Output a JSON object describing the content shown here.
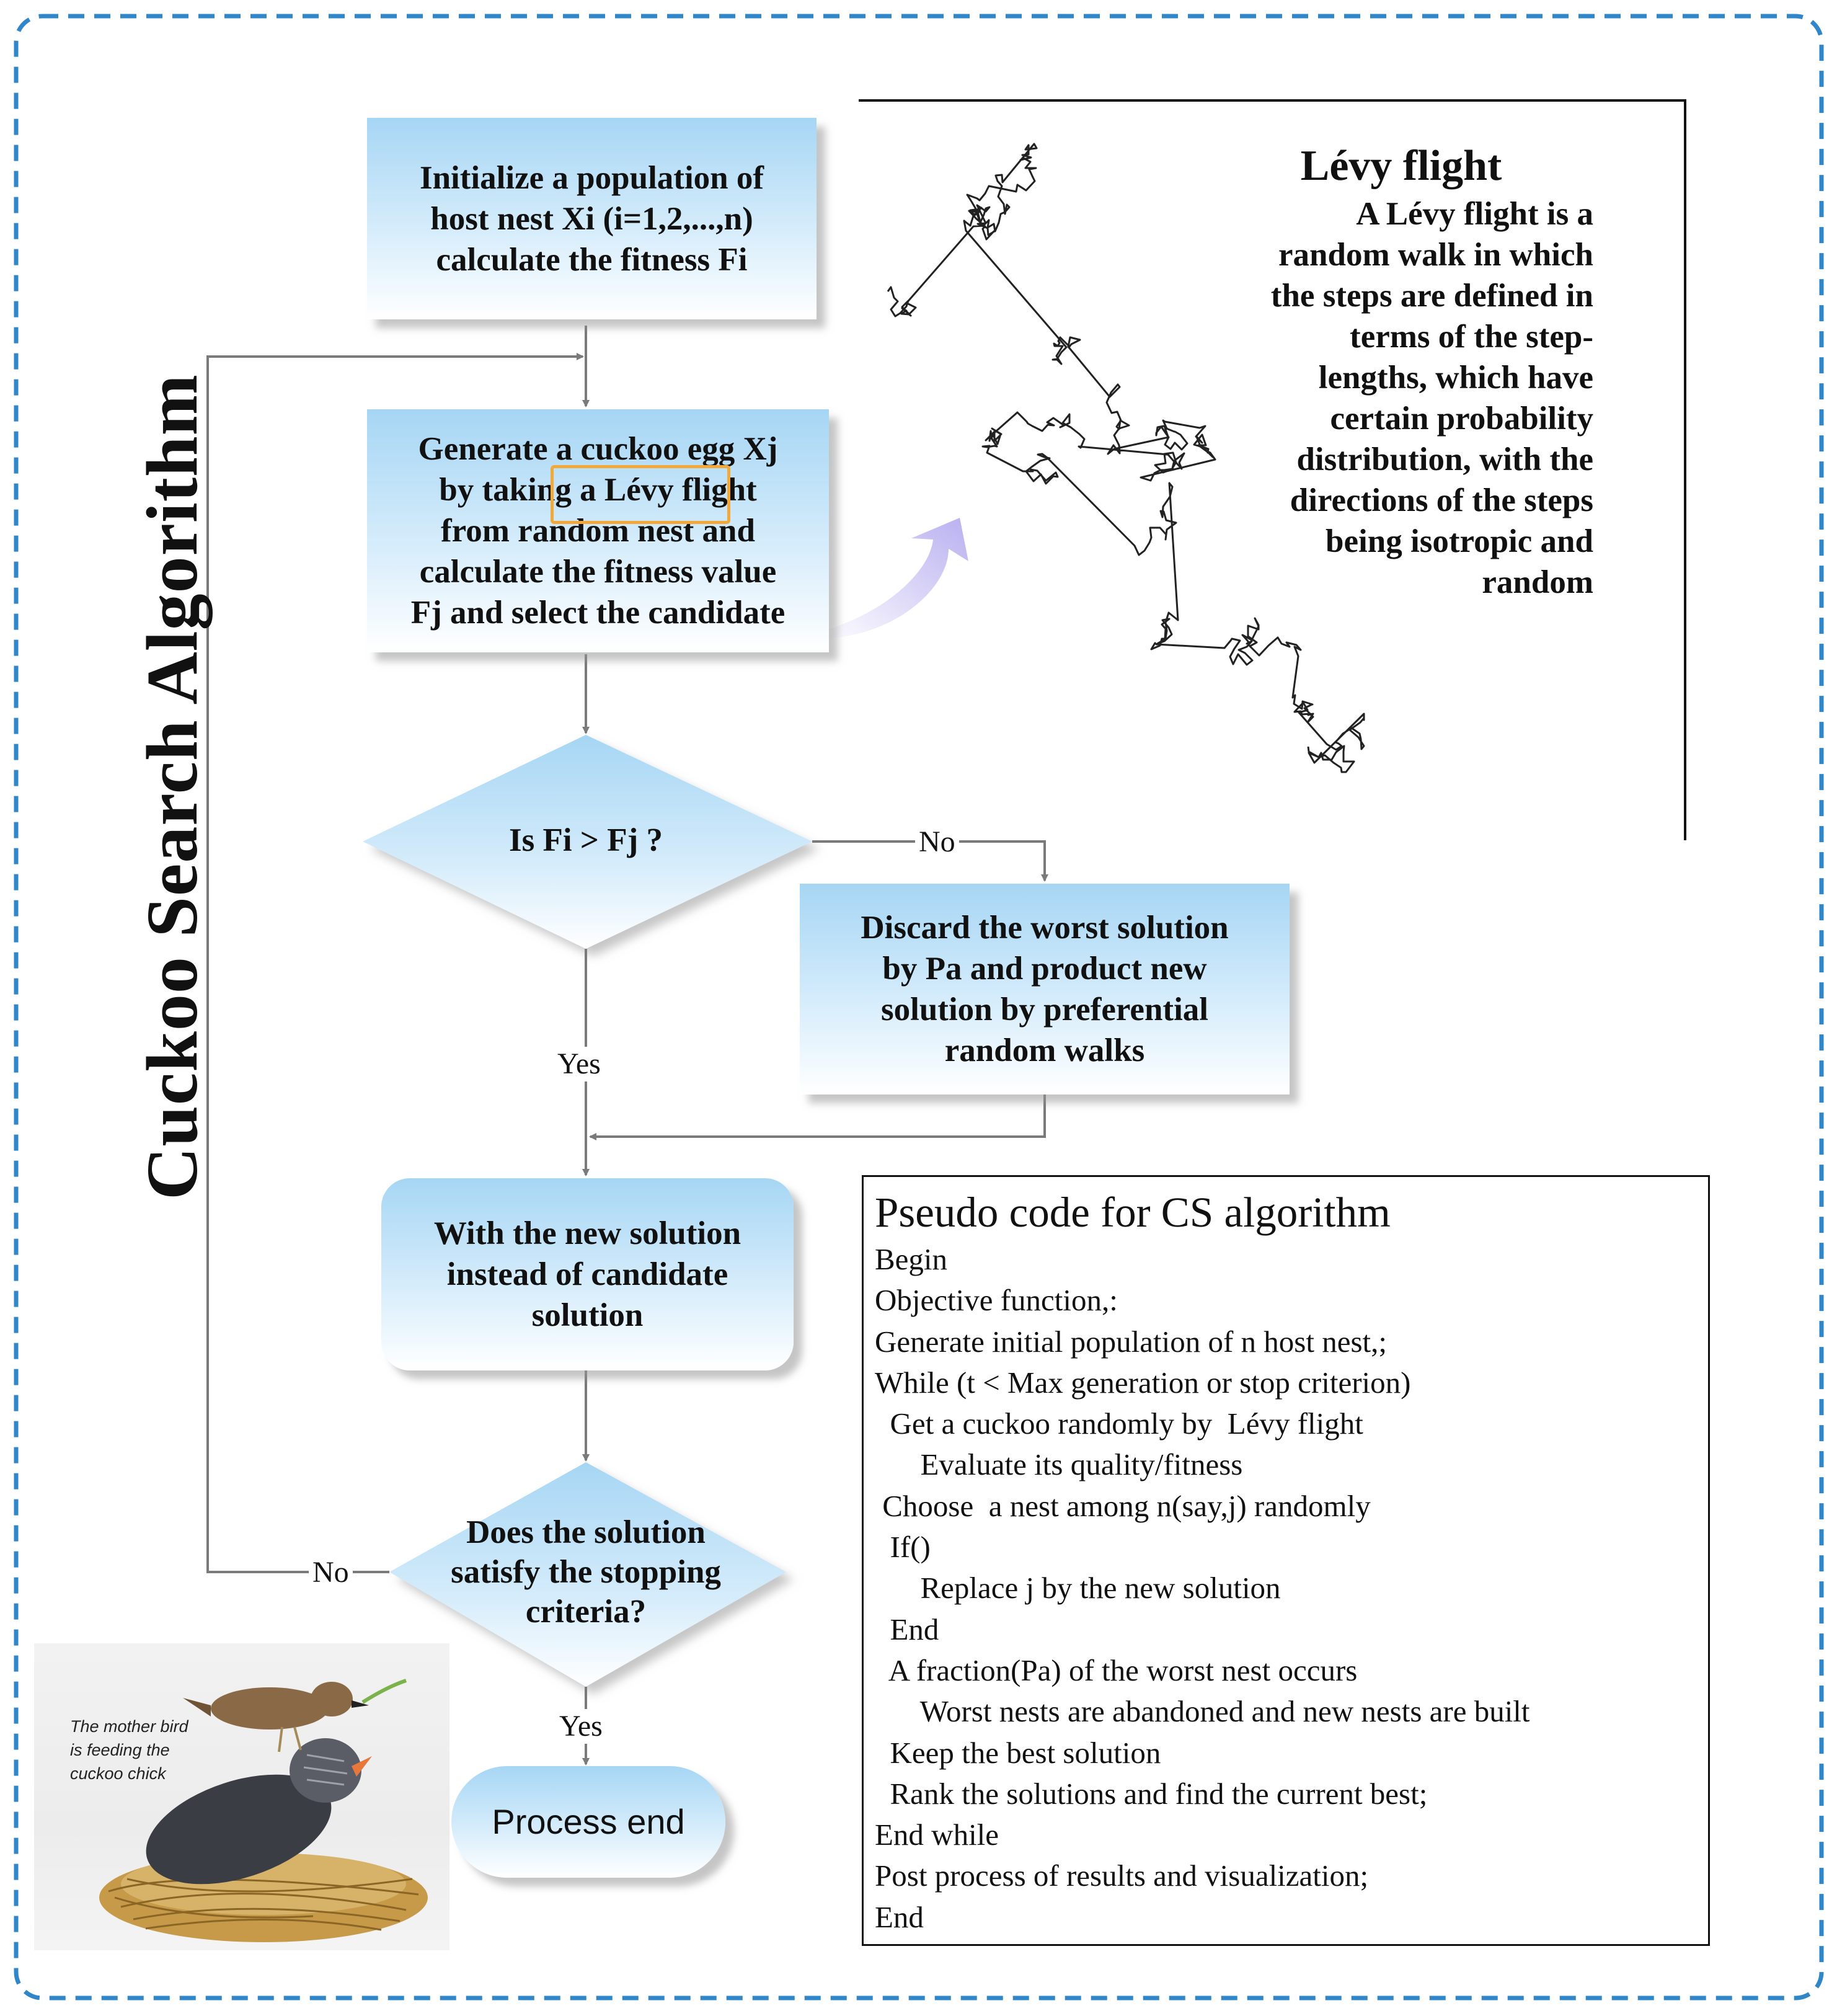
{
  "title": "Cuckoo Search Algorithm",
  "flowchart": {
    "init_box": [
      "Initialize a population of",
      "host nest  Xi (i=1,2,...,n)",
      "calculate the fitness Fi"
    ],
    "generate_box": [
      "Generate a cuckoo egg Xj",
      "by taking a Lévy flight",
      "from random nest and",
      "calculate the fitness value",
      "Fj  and select the candidate"
    ],
    "decision1": "Is  Fi > Fj  ?",
    "discard_box": [
      "Discard the worst solution",
      "by Pa and product new",
      "solution by preferential",
      "random walks"
    ],
    "replace_box": [
      "With the new solution",
      "instead of candidate",
      "solution"
    ],
    "decision2": [
      "Does the solution",
      "satisfy the stopping",
      "criteria?"
    ],
    "end_box": "Process end",
    "labels": {
      "no1": "No",
      "yes1": "Yes",
      "no2": "No",
      "yes2": "Yes"
    }
  },
  "levy": {
    "title": "Lévy flight",
    "description": [
      "A  Lévy flight  is a",
      "random walk in which",
      "the steps are defined in",
      "terms of the step-",
      "lengths, which have",
      "certain probability",
      "distribution, with the",
      "directions of the steps",
      "being isotropic and",
      "random"
    ]
  },
  "pseudocode": {
    "title": "Pseudo code for CS algorithm",
    "lines": [
      "Begin",
      "Objective function,:",
      "Generate initial population of n host nest,;",
      "While (t < Max generation or stop criterion)",
      "  Get a cuckoo randomly by  Lévy flight",
      "      Evaluate its quality/fitness",
      " Choose  a nest among n(say,j) randomly",
      "  If()",
      "      Replace j by the new solution",
      "  End",
      "  A fraction(Pa) of the worst nest occurs",
      "      Worst nests are abandoned and new nests are built",
      "  Keep the best solution",
      "  Rank the solutions and find the current best;",
      "End while",
      "Post process of results and visualization;",
      "End"
    ]
  },
  "bird_caption": "The mother bird\nis feeding the\ncuckoo chick",
  "colors": {
    "frame": "#2f86c8",
    "box_top": "#a6d6f4",
    "box_bottom": "#ffffff",
    "arrow": "#7a7a7a",
    "highlight": "#f3a93a",
    "curve_arrow": "#c9c2f2"
  }
}
